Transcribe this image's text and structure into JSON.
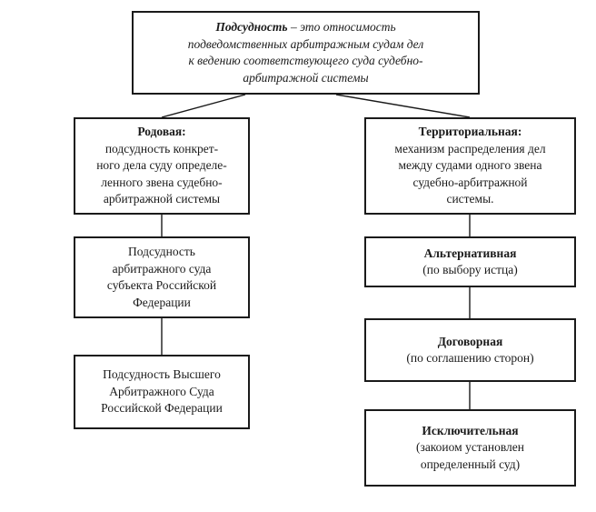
{
  "diagram": {
    "main": {
      "term": "Подсудность",
      "def_line1": " – это относимость",
      "def_line2": "подведомственных арбитражным судам дел",
      "def_line3": "к ведению соответствующего суда судебно-",
      "def_line4": "арбитражной системы"
    },
    "generic": {
      "title": "Родовая:",
      "line1": "подсудность конкрет-",
      "line2": "ного дела суду определе-",
      "line3": "ленного звена  судебно-",
      "line4": "арбитражной системы"
    },
    "territorial": {
      "title": "Территориальная:",
      "line1": "механизм распределения дел",
      "line2": "между судами одного звена",
      "line3": "судебно-арбитражной",
      "line4": "системы."
    },
    "subject_court": {
      "line1": "Подсудность",
      "line2": "арбитражного суда",
      "line3": "субъекта Российской",
      "line4": "Федерации"
    },
    "supreme_court": {
      "line1": "Подсудность Высшего",
      "line2": "Арбитражного Суда",
      "line3": "Российской Федерации"
    },
    "alternative": {
      "title": "Альтернативная",
      "line1": "(по выбору истца)"
    },
    "contractual": {
      "title": "Договорная",
      "line1": "(по соглашению сторон)"
    },
    "exclusive": {
      "title": "Исключительная",
      "line1": "(закоиом установлен",
      "line2": "определенный суд)"
    }
  }
}
